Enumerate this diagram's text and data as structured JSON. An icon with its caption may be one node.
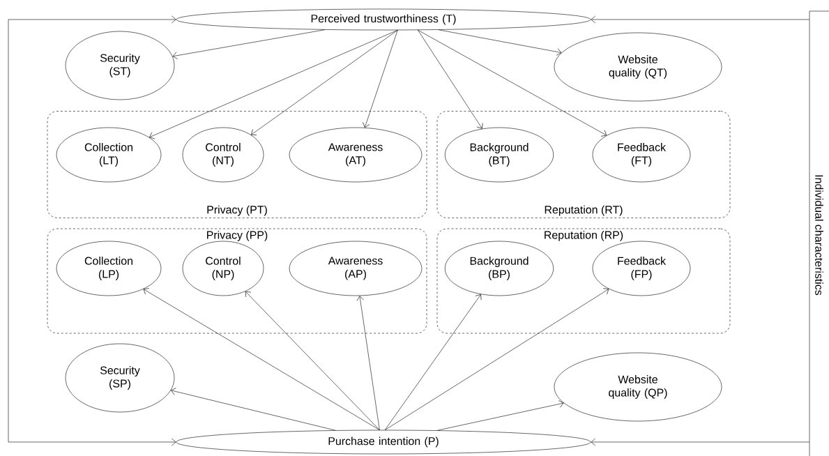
{
  "diagram": {
    "nodes": [
      {
        "text": [
          "Perceived trustworthiness (T)"
        ]
      },
      {
        "text": [
          "Security (ST)"
        ]
      },
      {
        "text": [
          "Website quality (QT)"
        ]
      },
      {
        "text": [
          "Privacy (PT)"
        ]
      },
      {
        "text": [
          "Collection (LT)"
        ],
        "in": 3
      },
      {
        "text": [
          "Control (NT)"
        ],
        "in": 3
      },
      {
        "text": [
          "Awareness (AT)"
        ],
        "in": 3
      },
      {
        "text": [
          "Reputation (RT)"
        ]
      },
      {
        "text": [
          "Background (BT)"
        ],
        "in": 7
      },
      {
        "text": [
          "Feedback (FT)"
        ],
        "in": 7
      },
      {
        "text": [
          "Privacy (PP)"
        ]
      },
      {
        "text": [
          "Collection (LP)"
        ],
        "in": 10
      },
      {
        "text": [
          "Control (NP)"
        ],
        "in": 10
      },
      {
        "text": [
          "Awareness (AP)"
        ],
        "in": 10
      },
      {
        "text": [
          "Reputation (RP)"
        ]
      },
      {
        "text": [
          "Background (BP)"
        ],
        "in": 14
      },
      {
        "text": [
          "Feedback (FP)"
        ],
        "in": 14
      },
      {
        "text": [
          "Security (SP)"
        ]
      },
      {
        "text": [
          "Website quality (QP)"
        ]
      },
      {
        "text": [
          "Purchase intention (P)"
        ]
      },
      {
        "text": [
          "Individual characteristics"
        ]
      }
    ],
    "edges": [
      {
        "from": 0,
        "to": 1,
        "arrow": "to"
      },
      {
        "from": 0,
        "to": 2,
        "arrow": "to"
      },
      {
        "from": 0,
        "to": 4,
        "arrow": "to"
      },
      {
        "from": 0,
        "to": 5,
        "arrow": "to"
      },
      {
        "from": 0,
        "to": 6,
        "arrow": "to"
      },
      {
        "from": 0,
        "to": 8,
        "arrow": "to"
      },
      {
        "from": 0,
        "to": 9,
        "arrow": "to"
      },
      {
        "from": 19,
        "to": 17,
        "arrow": "to"
      },
      {
        "from": 19,
        "to": 11,
        "arrow": "to"
      },
      {
        "from": 19,
        "to": 12,
        "arrow": "to"
      },
      {
        "from": 19,
        "to": 13,
        "arrow": "to"
      },
      {
        "from": 19,
        "to": 15,
        "arrow": "to"
      },
      {
        "from": 19,
        "to": 16,
        "arrow": "to"
      },
      {
        "from": 19,
        "to": 18,
        "arrow": "to"
      },
      {
        "from": 0,
        "to": 19,
        "arrow": "both"
      },
      {
        "from": 20,
        "to": 0,
        "arrow": "to"
      },
      {
        "from": 20,
        "to": 19,
        "arrow": "to"
      }
    ]
  }
}
